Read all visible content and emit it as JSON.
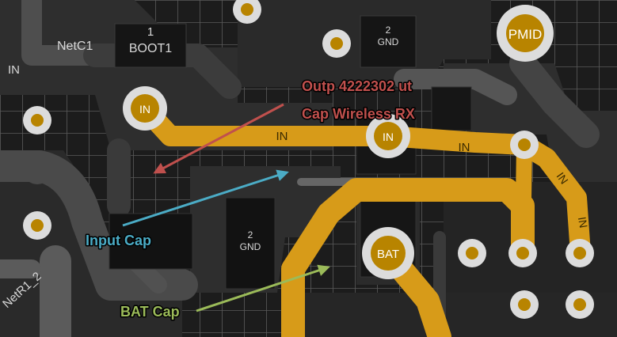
{
  "board": {
    "colors": {
      "background": "#1c1c1c",
      "copper_dark": "#333333",
      "copper_mid": "#4a4a4a",
      "copper_light": "#6a6a6a",
      "grid": "#5a5a5a",
      "trace_gold": "#d79b19",
      "pad_ring": "#dcdcdc",
      "pad_hole": "#b88400"
    },
    "net_labels": {
      "net_c1": "NetC1",
      "boot_num": "1",
      "boot": "BOOT1",
      "in_left": "IN",
      "gnd_top_num": "2",
      "gnd_top": "GND",
      "gnd_mid_num": "2",
      "gnd_mid": "GND",
      "net_r1": "NetR1_2",
      "trace_in_1": "IN",
      "trace_in_2": "IN",
      "trace_in_3": "IN",
      "trace_in_4": "IN"
    },
    "pads": {
      "pmid": "PMID",
      "in_left": "IN",
      "in_center": "IN",
      "bat": "BAT"
    }
  },
  "annotations": {
    "output_cap": {
      "line1": "Outp 4222302 ut",
      "line2": "Cap Wireless RX",
      "color": "#c0504d"
    },
    "input_cap": {
      "text": "Input Cap",
      "color": "#4bacc6"
    },
    "bat_cap": {
      "text": "BAT Cap",
      "color": "#9bbb59"
    }
  }
}
